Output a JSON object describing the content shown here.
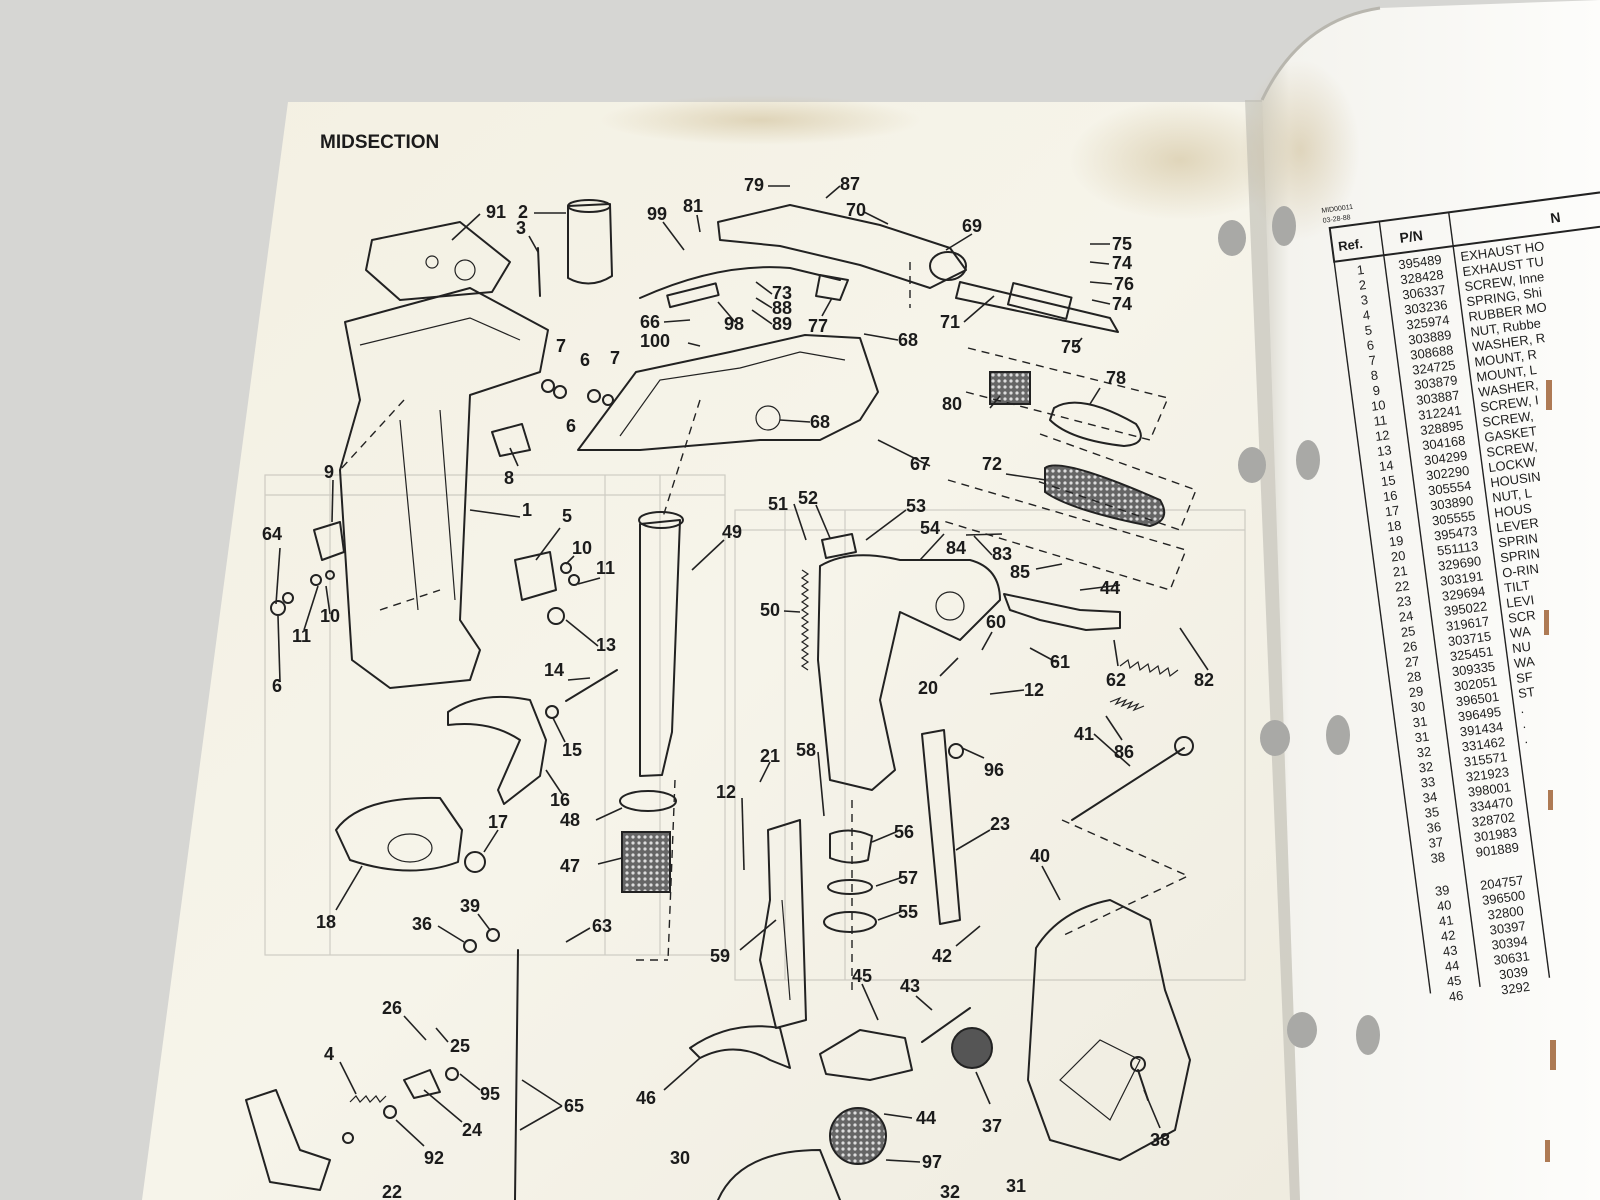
{
  "page": {
    "title": "MIDSECTION",
    "table_code": "MID00011",
    "table_date": "03-28-88"
  },
  "callouts": [
    "91",
    "2",
    "3",
    "79",
    "87",
    "81",
    "99",
    "70",
    "69",
    "75",
    "74",
    "76",
    "74",
    "71",
    "73",
    "88",
    "89",
    "77",
    "98",
    "66",
    "100",
    "68",
    "75",
    "7",
    "7",
    "6",
    "6",
    "68",
    "78",
    "80",
    "72",
    "67",
    "8",
    "9",
    "1",
    "64",
    "5",
    "10",
    "11",
    "10",
    "11",
    "13",
    "6",
    "14",
    "15",
    "16",
    "49",
    "51",
    "52",
    "53",
    "54",
    "50",
    "84",
    "83",
    "85",
    "44",
    "60",
    "61",
    "62",
    "82",
    "20",
    "12",
    "96",
    "41",
    "86",
    "21",
    "58",
    "12",
    "17",
    "48",
    "47",
    "18",
    "39",
    "36",
    "63",
    "56",
    "23",
    "57",
    "55",
    "40",
    "42",
    "59",
    "45",
    "43",
    "26",
    "25",
    "4",
    "95",
    "24",
    "65",
    "92",
    "46",
    "44",
    "37",
    "38",
    "30",
    "97",
    "22",
    "32",
    "31"
  ],
  "parts_table": {
    "headers": [
      "Ref.",
      "P/N",
      "N"
    ],
    "rows": [
      [
        "1",
        "395489",
        "EXHAUST HO"
      ],
      [
        "2",
        "328428",
        "EXHAUST TU"
      ],
      [
        "3",
        "306337",
        "SCREW, Inne"
      ],
      [
        "4",
        "303236",
        "SPRING, Shi"
      ],
      [
        "5",
        "325974",
        "RUBBER MO"
      ],
      [
        "6",
        "303889",
        "NUT, Rubbe"
      ],
      [
        "7",
        "308688",
        "WASHER, R"
      ],
      [
        "8",
        "324725",
        "MOUNT, R"
      ],
      [
        "9",
        "303879",
        "MOUNT, L"
      ],
      [
        "10",
        "303887",
        "WASHER,"
      ],
      [
        "11",
        "312241",
        "SCREW, I"
      ],
      [
        "12",
        "328895",
        "SCREW,"
      ],
      [
        "13",
        "304168",
        "GASKET"
      ],
      [
        "14",
        "304299",
        "SCREW,"
      ],
      [
        "15",
        "302290",
        "LOCKW"
      ],
      [
        "16",
        "305554",
        "HOUSIN"
      ],
      [
        "17",
        "303890",
        "NUT, L"
      ],
      [
        "18",
        "305555",
        "HOUS"
      ],
      [
        "19",
        "395473",
        "LEVER"
      ],
      [
        "20",
        "551113",
        "SPRIN"
      ],
      [
        "21",
        "329690",
        "SPRIN"
      ],
      [
        "22",
        "303191",
        "O-RIN"
      ],
      [
        "23",
        "329694",
        "TILT"
      ],
      [
        "24",
        "395022",
        "LEVI"
      ],
      [
        "25",
        "319617",
        "SCR"
      ],
      [
        "26",
        "303715",
        "WA"
      ],
      [
        "27",
        "325451",
        "NU"
      ],
      [
        "28",
        "309335",
        "WA"
      ],
      [
        "29",
        "302051",
        "SF"
      ],
      [
        "30",
        "396501",
        "ST"
      ],
      [
        "31",
        "396495",
        "."
      ],
      [
        "31",
        "391434",
        "."
      ],
      [
        "32",
        "331462",
        "."
      ],
      [
        "32",
        "315571",
        ""
      ],
      [
        "33",
        "321923",
        ""
      ],
      [
        "34",
        "398001",
        ""
      ],
      [
        "35",
        "334470",
        ""
      ],
      [
        "36",
        "328702",
        ""
      ],
      [
        "37",
        "301983",
        ""
      ],
      [
        "38",
        "901889",
        ""
      ],
      [
        "39",
        "204757",
        ""
      ],
      [
        "40",
        "396500",
        ""
      ],
      [
        "41",
        "32800",
        ""
      ],
      [
        "42",
        "30397",
        ""
      ],
      [
        "43",
        "30394",
        ""
      ],
      [
        "44",
        "30631",
        ""
      ],
      [
        "45",
        "3039",
        ""
      ],
      [
        "46",
        "3292",
        ""
      ]
    ]
  },
  "colors": {
    "background": "#d9d9d6",
    "paper": "#f5f3e8",
    "right_paper": "#fbfbf7",
    "ink": "#1b1b1b"
  }
}
